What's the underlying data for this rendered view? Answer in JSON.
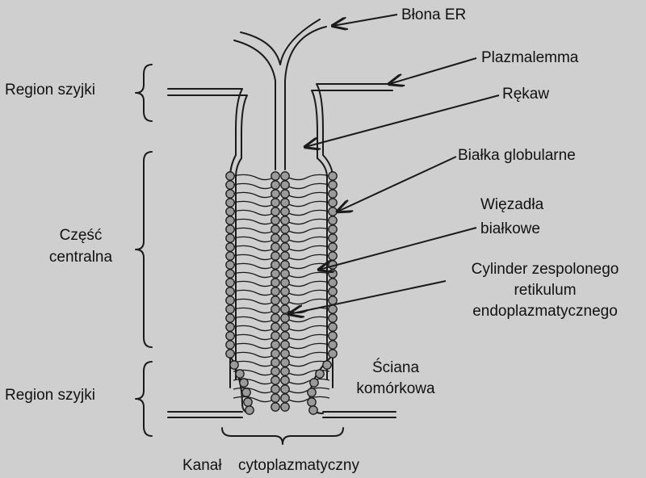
{
  "colors": {
    "background": "#cfcfcf",
    "ink": "#1a1a1a",
    "bead_fill": "#9a9a9a"
  },
  "labels": {
    "blona_er": "Błona ER",
    "plazmalemma": "Plazmalemma",
    "rekaw": "Rękaw",
    "bialka_globularne": "Białka globularne",
    "wiezadla_line1": "Więzadła",
    "wiezadla_line2": "białkowe",
    "cylinder_line1": "Cylinder zespolonego",
    "cylinder_line2": "retikulum",
    "cylinder_line3": "endoplazmatycznego",
    "sciana_line1": "Ściana",
    "sciana_line2": "komórkowa",
    "region_szyjki_top": "Region szyjki",
    "czesc_line1": "Część",
    "czesc_line2": "centralna",
    "region_szyjki_bottom": "Region szyjki",
    "kanal_word1": "Kanał",
    "kanal_word2": "cytoplazmatyczny"
  }
}
